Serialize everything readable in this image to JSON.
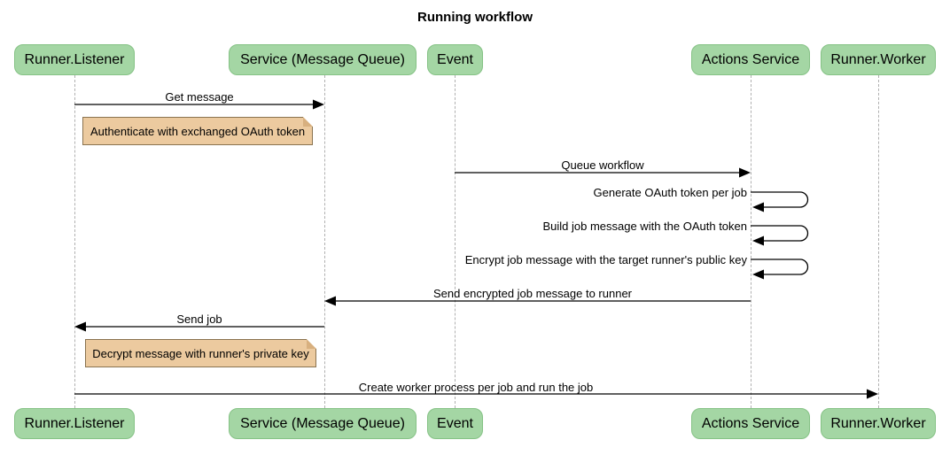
{
  "title": "Running workflow",
  "actors": [
    {
      "name": "Runner.Listener"
    },
    {
      "name": "Service (Message Queue)"
    },
    {
      "name": "Event"
    },
    {
      "name": "Actions Service"
    },
    {
      "name": "Runner.Worker"
    }
  ],
  "messages": [
    {
      "label": "Get message",
      "from": "Runner.Listener",
      "to": "Service (Message Queue)",
      "type": "arrow"
    },
    {
      "label": "Queue workflow",
      "from": "Event",
      "to": "Actions Service",
      "type": "arrow"
    },
    {
      "label": "Generate OAuth token per job",
      "from": "Actions Service",
      "to": "Actions Service",
      "type": "self"
    },
    {
      "label": "Build job message with the OAuth token",
      "from": "Actions Service",
      "to": "Actions Service",
      "type": "self"
    },
    {
      "label": "Encrypt job message with the target runner's public key",
      "from": "Actions Service",
      "to": "Actions Service",
      "type": "self"
    },
    {
      "label": "Send encrypted job message to runner",
      "from": "Actions Service",
      "to": "Service (Message Queue)",
      "type": "arrow"
    },
    {
      "label": "Send job",
      "from": "Service (Message Queue)",
      "to": "Runner.Listener",
      "type": "arrow"
    },
    {
      "label": "Create worker process per job and run the job",
      "from": "Runner.Listener",
      "to": "Runner.Worker",
      "type": "arrow"
    }
  ],
  "notes": [
    {
      "text": "Authenticate with exchanged OAuth token",
      "over": "Runner.Listener"
    },
    {
      "text": "Decrypt message with runner's private key",
      "over": "Runner.Listener"
    }
  ],
  "colors": {
    "actor_fill": "#a4d6a4",
    "actor_border": "#85c285",
    "note_fill": "#ecca9f",
    "note_border": "#8a7350",
    "note_fold": "#d8b07f",
    "lifeline_color": "#b0b0b0",
    "arrow_color": "#000000"
  }
}
